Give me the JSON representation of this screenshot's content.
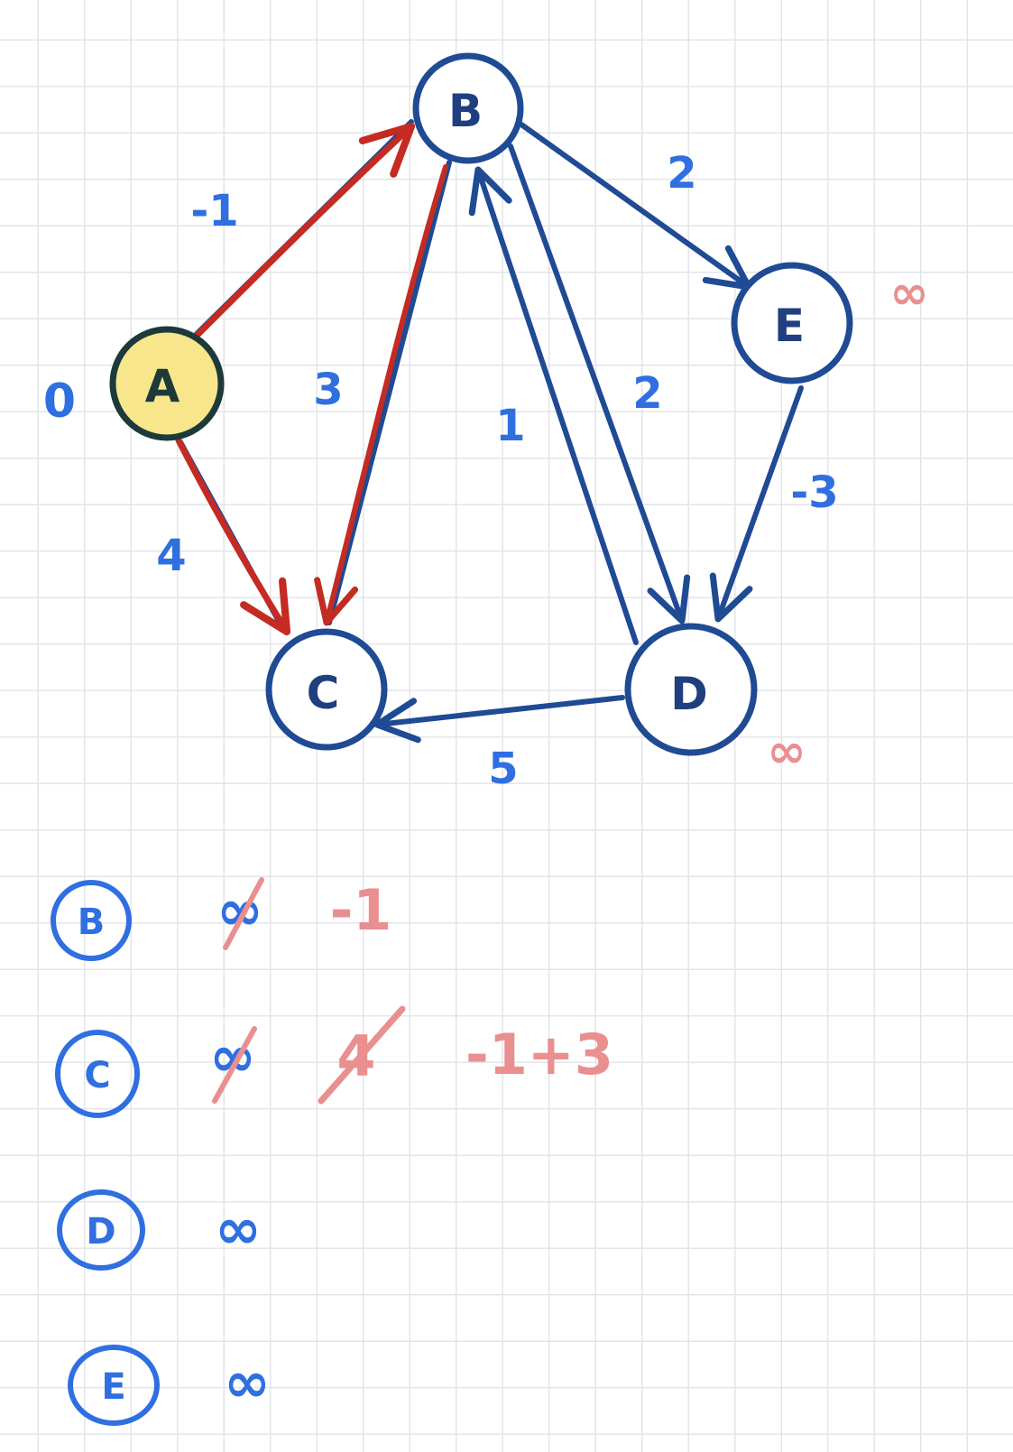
{
  "colors": {
    "edge": "#1f4a94",
    "highlight": "#c42b22",
    "ink_blue": "#2f6fe0",
    "ink_pink": "#ea8f8f",
    "node_a_fill": "#f8e68c",
    "node_a_stroke": "#1c3a3a"
  },
  "nodes": [
    {
      "id": "A",
      "label": "A",
      "highlighted": true
    },
    {
      "id": "B",
      "label": "B"
    },
    {
      "id": "C",
      "label": "C"
    },
    {
      "id": "D",
      "label": "D"
    },
    {
      "id": "E",
      "label": "E"
    }
  ],
  "edges": [
    {
      "from": "A",
      "to": "B",
      "weight": "-1",
      "relaxed": true
    },
    {
      "from": "A",
      "to": "C",
      "weight": "4",
      "relaxed": true
    },
    {
      "from": "B",
      "to": "C",
      "weight": "3",
      "relaxed": true
    },
    {
      "from": "D",
      "to": "B",
      "weight": "1"
    },
    {
      "from": "B",
      "to": "D",
      "weight": "2"
    },
    {
      "from": "B",
      "to": "E",
      "weight": "2"
    },
    {
      "from": "E",
      "to": "D",
      "weight": "-3"
    },
    {
      "from": "D",
      "to": "C",
      "weight": "5"
    }
  ],
  "node_distances": {
    "A": "0",
    "E": "∞",
    "D": "∞"
  },
  "distance_table": [
    {
      "node": "B",
      "values": [
        {
          "text": "∞",
          "struck": true,
          "color": "blue"
        },
        {
          "text": "-1",
          "struck": false,
          "color": "pink"
        }
      ]
    },
    {
      "node": "C",
      "values": [
        {
          "text": "∞",
          "struck": true,
          "color": "blue"
        },
        {
          "text": "4",
          "struck": true,
          "color": "pink"
        },
        {
          "text": "-1+3",
          "struck": false,
          "color": "pink"
        }
      ]
    },
    {
      "node": "D",
      "values": [
        {
          "text": "∞",
          "struck": false,
          "color": "blue"
        }
      ]
    },
    {
      "node": "E",
      "values": [
        {
          "text": "∞",
          "struck": false,
          "color": "blue"
        }
      ]
    }
  ]
}
